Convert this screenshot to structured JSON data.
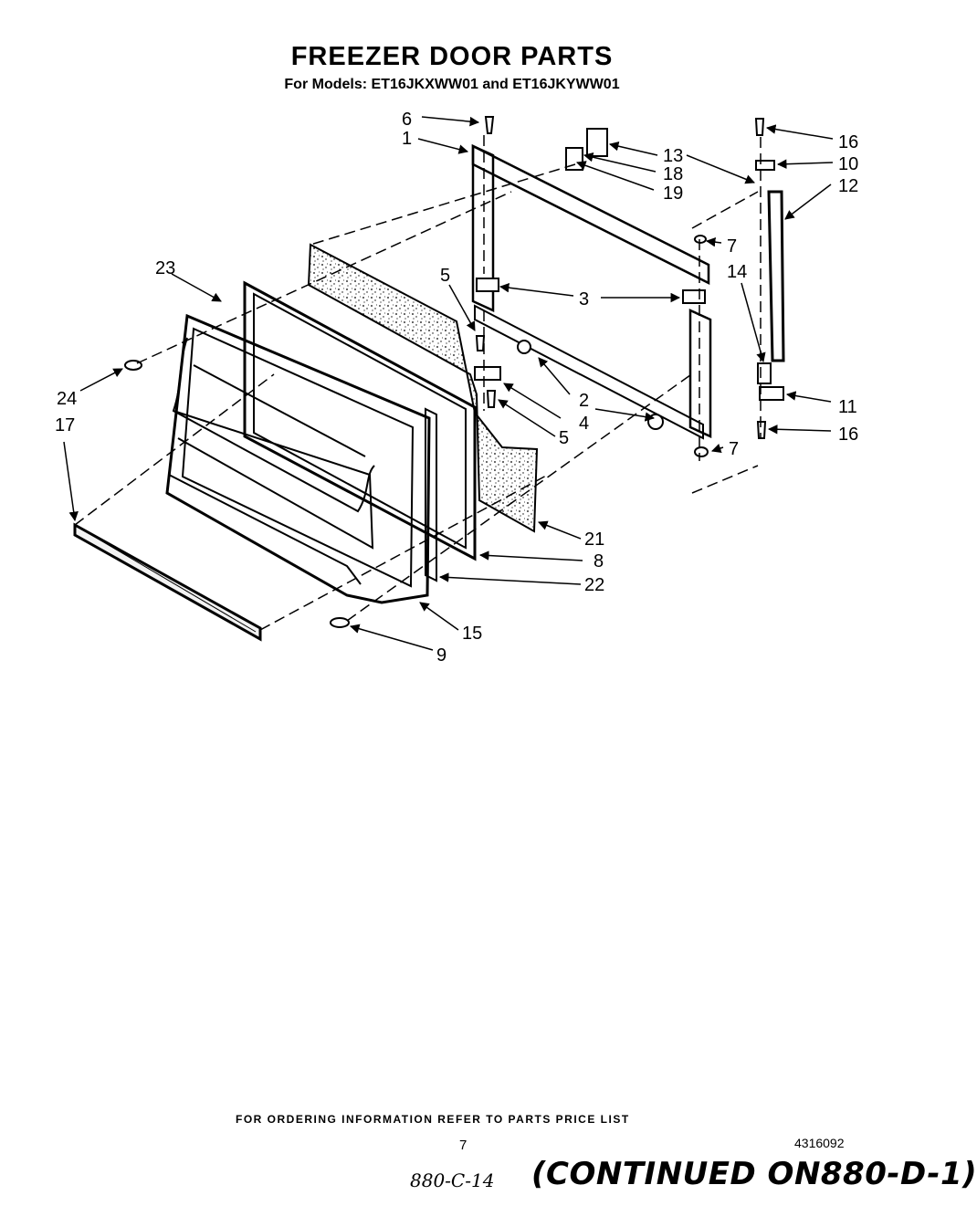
{
  "header": {
    "title": "FREEZER DOOR PARTS",
    "subtitle": "For Models: ET16JKXWW01 and ET16JKYWW01"
  },
  "callouts": [
    {
      "id": "c6",
      "text": "6"
    },
    {
      "id": "c1",
      "text": "1"
    },
    {
      "id": "c13",
      "text": "13"
    },
    {
      "id": "c18",
      "text": "18"
    },
    {
      "id": "c19",
      "text": "19"
    },
    {
      "id": "c16a",
      "text": "16"
    },
    {
      "id": "c10",
      "text": "10"
    },
    {
      "id": "c12",
      "text": "12"
    },
    {
      "id": "c7a",
      "text": "7"
    },
    {
      "id": "c14",
      "text": "14"
    },
    {
      "id": "c23",
      "text": "23"
    },
    {
      "id": "c5a",
      "text": "5"
    },
    {
      "id": "c3",
      "text": "3"
    },
    {
      "id": "c2",
      "text": "2"
    },
    {
      "id": "c4",
      "text": "4"
    },
    {
      "id": "c5b",
      "text": "5"
    },
    {
      "id": "c24",
      "text": "24"
    },
    {
      "id": "c17",
      "text": "17"
    },
    {
      "id": "c11",
      "text": "11"
    },
    {
      "id": "c16b",
      "text": "16"
    },
    {
      "id": "c7b",
      "text": "7"
    },
    {
      "id": "c21",
      "text": "21"
    },
    {
      "id": "c8",
      "text": "8"
    },
    {
      "id": "c22",
      "text": "22"
    },
    {
      "id": "c15",
      "text": "15"
    },
    {
      "id": "c9",
      "text": "9"
    }
  ],
  "footer": {
    "ordering_info": "FOR ORDERING INFORMATION REFER TO PARTS PRICE LIST",
    "page_number": "7",
    "document_number": "4316092",
    "handwritten_ref": "880-C-14",
    "continued_note": "(CONTINUED ON880-D-1)"
  }
}
